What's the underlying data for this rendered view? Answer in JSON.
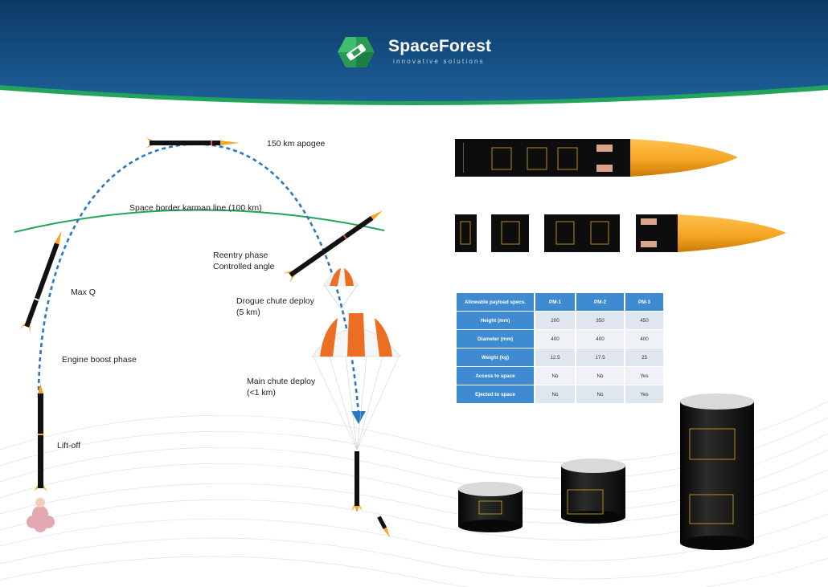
{
  "brand": {
    "name": "SpaceForest",
    "tagline": "innovative solutions"
  },
  "flight_labels": {
    "apogee": "150 km apogee",
    "karman": "Space border karman line (100 km)",
    "reentry_1": "Reentry phase",
    "reentry_2": "Controlled angle",
    "maxq": "Max Q",
    "drogue_1": "Drogue chute deploy",
    "drogue_2": "(5 km)",
    "engine": "Engine boost phase",
    "main_1": "Main chute deploy",
    "main_2": "(<1 km)",
    "liftoff": "Lift-off"
  },
  "specs_table": {
    "header": [
      "Allowable payload specs.",
      "PM-1",
      "PM-2",
      "PM-3"
    ],
    "rows": [
      {
        "label": "Height (mm)",
        "values": [
          "200",
          "350",
          "450"
        ]
      },
      {
        "label": "Diameter (mm)",
        "values": [
          "400",
          "400",
          "400"
        ]
      },
      {
        "label": "Weight (kg)",
        "values": [
          "12.5",
          "17.5",
          "25"
        ]
      },
      {
        "label": "Access to space",
        "values": [
          "No",
          "No",
          "Yes"
        ]
      },
      {
        "label": "Ejected to space",
        "values": [
          "No",
          "No",
          "Yes"
        ]
      }
    ]
  },
  "colors": {
    "header_dark": "#0d3a66",
    "header_light": "#1f64a0",
    "accent_green": "#22a55b",
    "trajectory": "#2b78c2",
    "table_blue": "#3e8bd1",
    "nose_orange": "#f5a623"
  }
}
